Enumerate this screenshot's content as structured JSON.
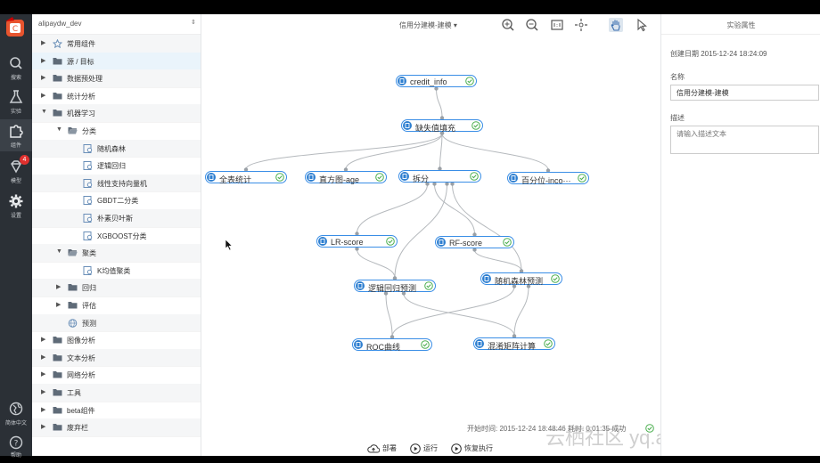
{
  "nav": {
    "items": [
      {
        "label": "搜索",
        "icon": "search-icon"
      },
      {
        "label": "实验",
        "icon": "flask-icon"
      },
      {
        "label": "组件",
        "icon": "puzzle-icon"
      },
      {
        "label": "模型",
        "icon": "diamond-icon",
        "badge": "4"
      },
      {
        "label": "设置",
        "icon": "gear-icon"
      }
    ],
    "language": "简体中文",
    "help": "帮助"
  },
  "tree": {
    "project": "alipaydw_dev",
    "rows": [
      "常用组件",
      "源 / 目标",
      "数据预处理",
      "统计分析",
      "机器学习",
      "分类",
      "随机森林",
      "逻辑回归",
      "线性支持向量机",
      "GBDT二分类",
      "朴素贝叶斯",
      "XGBOOST分类",
      "聚类",
      "K均值聚类",
      "回归",
      "评估",
      "预测",
      "图像分析",
      "文本分析",
      "网络分析",
      "工具",
      "beta组件",
      "废弃栏"
    ]
  },
  "canvas": {
    "title": "信用分建模-建模",
    "nodes": [
      "credit_info",
      "缺失值填充",
      "全表统计",
      "直方图-age",
      "拆分",
      "百分位-inco···",
      "LR-score",
      "RF-score",
      "逻辑回归预测",
      "随机森林预测",
      "ROC曲线",
      "混淆矩阵计算"
    ],
    "footer": {
      "start_time": "开始时间: 2015-12-24 18:48:46 耗时: 0:01:35 成功"
    },
    "actions": {
      "deploy": "部署",
      "run": "运行",
      "resume": "恢复执行"
    },
    "watermark": "云栖社区 yq.aliyun.com"
  },
  "props": {
    "header": "实验属性",
    "created": "创建日期 2015-12-24 18:24:09",
    "name_label": "名称",
    "name_value": "信用分建模-建模",
    "desc_label": "描述",
    "desc_placeholder": "请输入描述文本"
  },
  "colors": {
    "accent": "#3a8ee6",
    "nav_bg": "#2b3036",
    "success": "#4caf50"
  }
}
